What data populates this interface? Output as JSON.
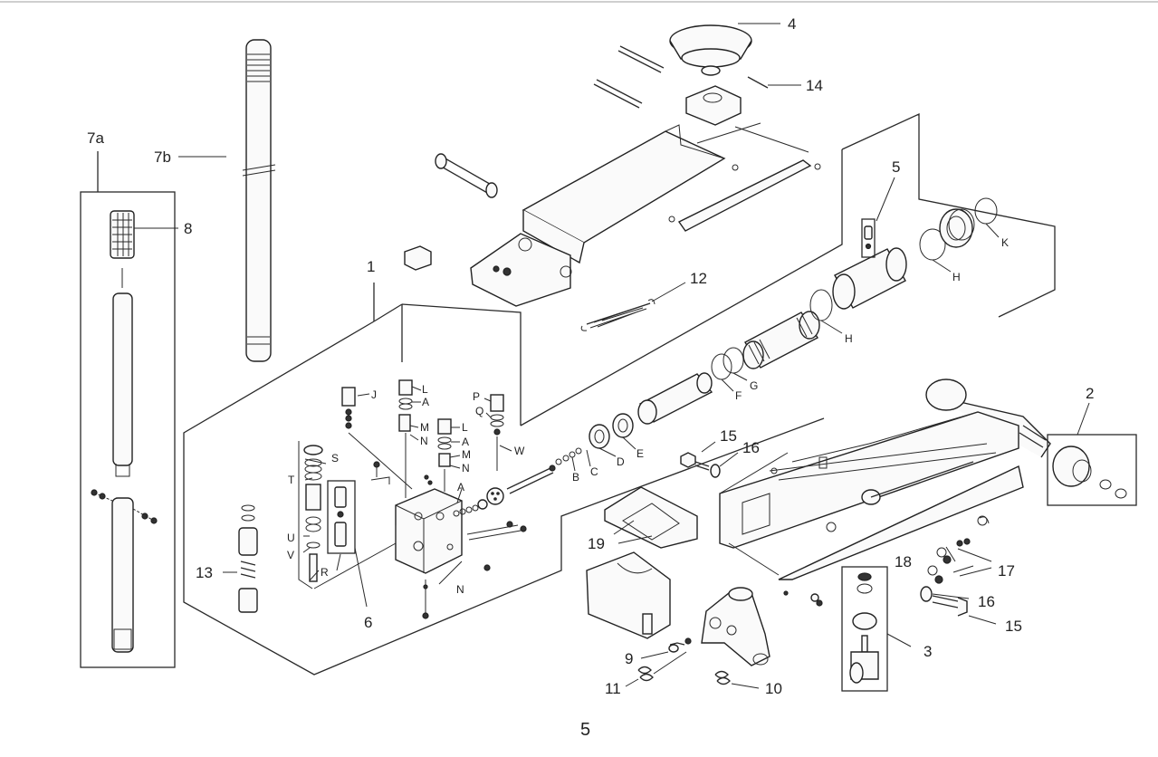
{
  "diagram": {
    "page_number": "5",
    "callouts": {
      "n1": "1",
      "n2": "2",
      "n3": "3",
      "n4": "4",
      "n5": "5",
      "n6": "6",
      "n7a": "7a",
      "n7b": "7b",
      "n8": "8",
      "n9": "9",
      "n10": "10",
      "n11": "11",
      "n12": "12",
      "n13": "13",
      "n14": "14",
      "n15a": "15",
      "n15b": "15",
      "n16a": "16",
      "n16b": "16",
      "n17": "17",
      "n18": "18",
      "n19": "19"
    },
    "sublabels": {
      "A1": "A",
      "A2": "A",
      "A3": "A",
      "B": "B",
      "C": "C",
      "D": "D",
      "E": "E",
      "F": "F",
      "G": "G",
      "H1": "H",
      "H2": "H",
      "J": "J",
      "K": "K",
      "L1": "L",
      "L2": "L",
      "M1": "M",
      "M2": "M",
      "N1": "N",
      "N2": "N",
      "N3": "N",
      "P": "P",
      "Q": "Q",
      "R": "R",
      "S": "S",
      "T": "T",
      "U": "U",
      "V": "V",
      "W": "W"
    }
  }
}
